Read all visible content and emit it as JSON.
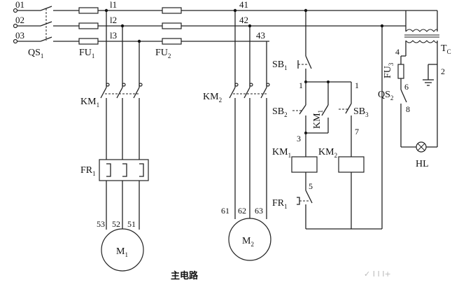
{
  "caption": "主电路",
  "watermark": "✓ I I I+",
  "labels": {
    "line1": "01",
    "line2": "02",
    "line3": "03",
    "l1": "l1",
    "l2": "l2",
    "l3": "l3",
    "n41": "41",
    "n42": "42",
    "n43": "43",
    "qs1": "QS",
    "qs1_sub": "1",
    "fu1": "FU",
    "fu1_sub": "1",
    "fu2": "FU",
    "fu2_sub": "2",
    "fu3": "FU",
    "fu3_sub": "3",
    "km1_main": "KM",
    "km1_main_sub": "1",
    "km2_main": "KM",
    "km2_main_sub": "2",
    "fr1": "FR",
    "fr1_sub": "1",
    "m1": "M",
    "m1_sub": "1",
    "m2": "M",
    "m2_sub": "2",
    "t53": "53",
    "t52": "52",
    "t51": "51",
    "t61": "61",
    "t62": "62",
    "t63": "63",
    "sb1": "SB",
    "sb1_sub": "1",
    "sb2": "SB",
    "sb2_sub": "2",
    "sb3": "SB",
    "sb3_sub": "3",
    "km1_aux": "KM",
    "km1_aux_sub": "1",
    "km1_coil": "KM",
    "km1_coil_sub": "1",
    "km2_coil": "KM",
    "km2_coil_sub": "2",
    "fr1_ctrl": "FR",
    "fr1_ctrl_sub": "1",
    "n1a": "1",
    "n1b": "1",
    "n3": "3",
    "n5": "5",
    "n7": "7",
    "tc": "T",
    "tc_sub": "C",
    "n4": "4",
    "n2": "2",
    "n6": "6",
    "n8": "8",
    "qs2": "QS",
    "qs2_sub": "2",
    "hl": "HL"
  }
}
